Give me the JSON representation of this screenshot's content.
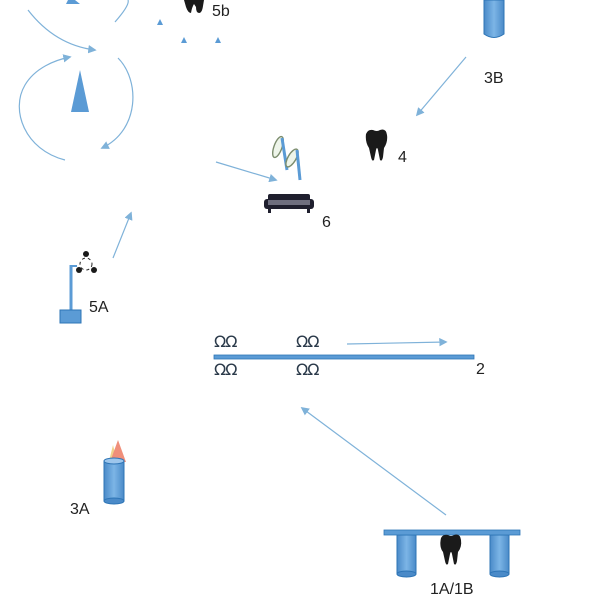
{
  "labels": {
    "l5b": "5b",
    "l3b": "3B",
    "l4": "4",
    "l6": "6",
    "l5a": "5A",
    "l2": "2",
    "l3a": "3A",
    "l1a1b": "1A/1B"
  },
  "magnet_glyphs": {
    "top_left": "ΩΩ",
    "top_right": "ΩΩ",
    "bottom_left": "ΩΩ",
    "bottom_right": "ΩΩ"
  },
  "colors": {
    "blue": "#5b9bd5",
    "blue_dark": "#2e75b6",
    "arrow": "#7fb2d9",
    "tooth": "#1a1a1a",
    "sofa": "#1f1f2e",
    "peach": "#f4a582"
  },
  "icons": [
    "tooth-icon",
    "cylinder-icon",
    "cone-icon",
    "sofa-icon",
    "mirror-icon",
    "lamp-icon",
    "bar-icon"
  ]
}
